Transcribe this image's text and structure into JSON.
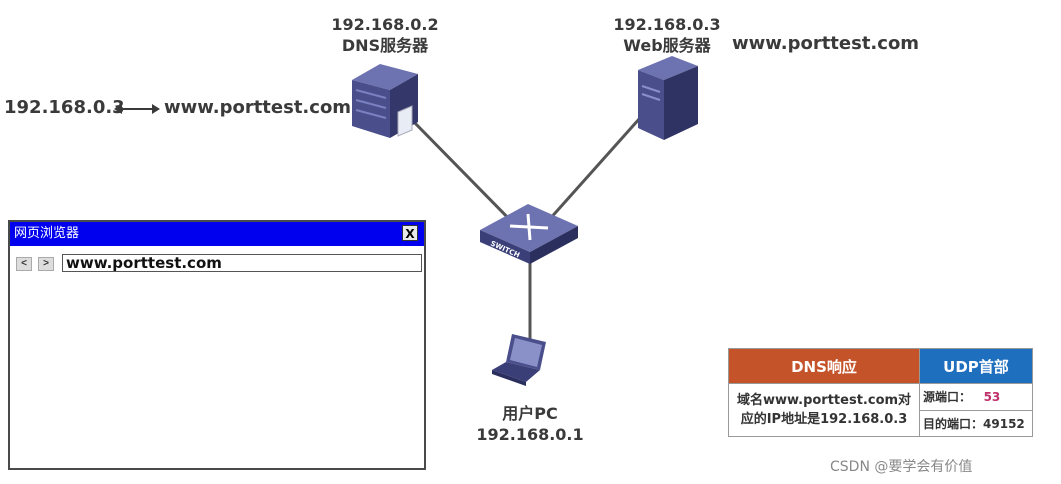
{
  "dns_server": {
    "ip": "192.168.0.2",
    "name": "DNS服务器"
  },
  "web_server": {
    "ip": "192.168.0.3",
    "name": "Web服务器",
    "domain": "www.porttest.com"
  },
  "dns_record": {
    "ip": "192.168.0.3",
    "domain": "www.porttest.com"
  },
  "client": {
    "name": "用户PC",
    "ip": "192.168.0.1"
  },
  "switch": {
    "label": "SWITCH"
  },
  "browser": {
    "title": "网页浏览器",
    "close": "X",
    "back": "<",
    "forward": ">",
    "url": "www.porttest.com"
  },
  "packet": {
    "dns_header": "DNS响应",
    "udp_header": "UDP首部",
    "dns_body_line1": "域名www.porttest.com对",
    "dns_body_line2": "应的IP地址是192.168.0.3",
    "src_port_label": "源端口：",
    "src_port": "53",
    "dst_port_label": "目的端口：",
    "dst_port": "49152"
  },
  "watermark": "CSDN @要学会有价值",
  "colors": {
    "dns_header": "#c5532a",
    "udp_header": "#1f6fbf",
    "browser_title": "#0000ee",
    "device": "#4a4f8c"
  }
}
